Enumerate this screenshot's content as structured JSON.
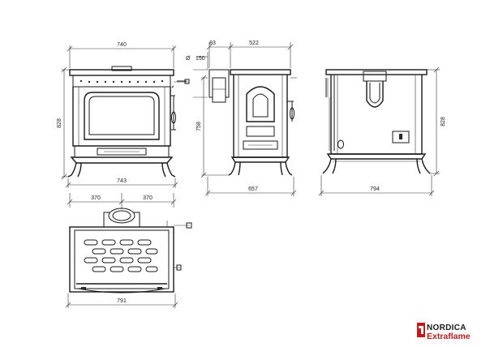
{
  "dimensions": {
    "front_width_top": "740",
    "front_height": "828",
    "front_width_bottom": "743",
    "side_pipe_diameter_symbol": "Ø",
    "side_pipe_diameter": "150",
    "side_offset": "83",
    "side_depth_top": "522",
    "side_flue_height": "758",
    "side_depth_bottom": "657",
    "back_height": "828",
    "back_width": "794",
    "plan_half_left": "370",
    "plan_half_right": "370",
    "plan_width": "791"
  },
  "logo": {
    "line1": "NORDICA",
    "line2": "Extraflame",
    "colors": {
      "red": "#c21a1a",
      "dark": "#1a1a1a"
    }
  }
}
